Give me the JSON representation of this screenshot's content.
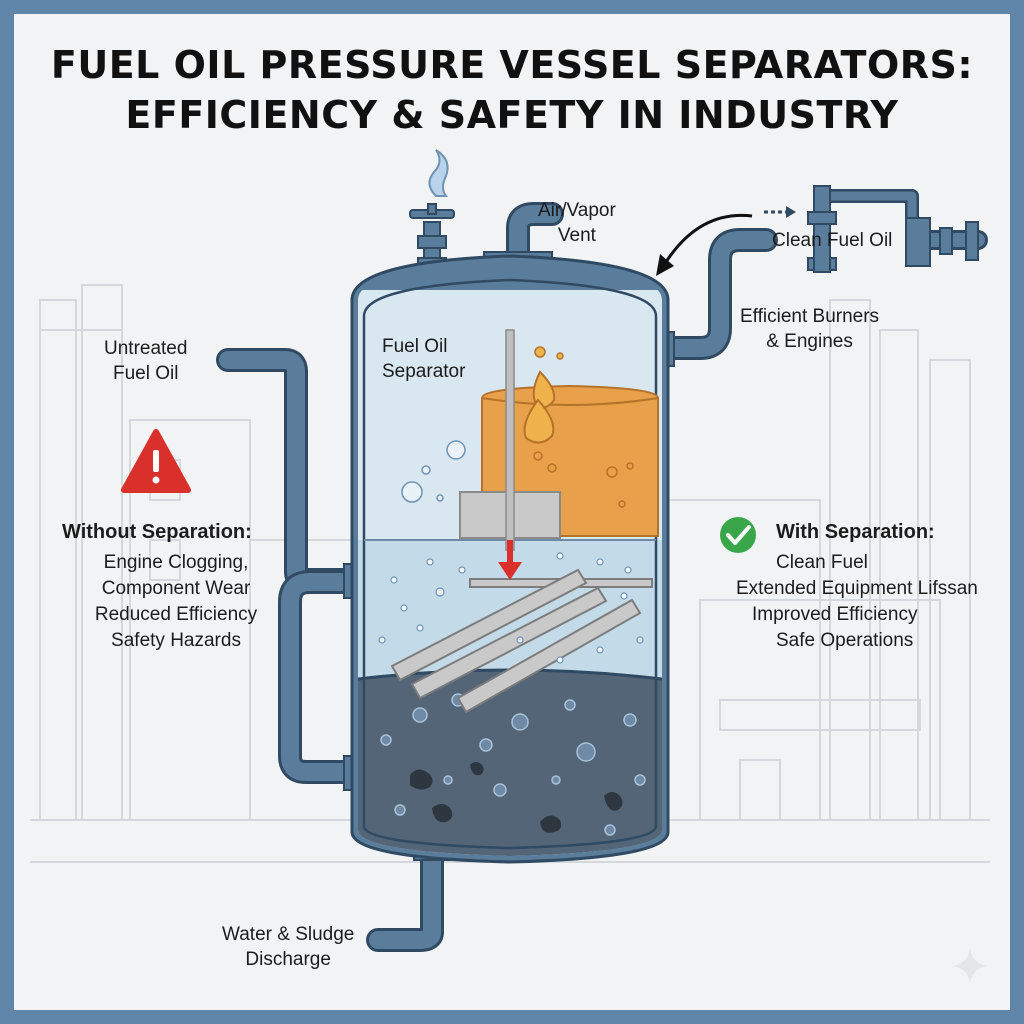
{
  "title": {
    "line1": "FUEL OIL PRESSURE VESSEL SEPARATORS:",
    "line2": "EFFICIENCY & SAFETY IN INDUSTRY"
  },
  "labels": {
    "air_vapor_vent": [
      "Air/Vapor",
      "Vent"
    ],
    "clean_fuel_oil": "Clean Fuel Oil",
    "efficient_burners": [
      "Efficient Burners",
      "& Engines"
    ],
    "untreated_fuel_oil": [
      "Untreated",
      "Fuel Oil"
    ],
    "fuel_oil_separator": [
      "Fuel Oil",
      "Separator"
    ],
    "water_sludge_discharge": [
      "Water & Sludge",
      "Discharge"
    ]
  },
  "without_separation": {
    "heading": "Without Separation:",
    "items": [
      "Engine Clogging,",
      "Component Wear",
      "Reduced Efficiency",
      "Safety Hazards"
    ]
  },
  "with_separation": {
    "heading": "With Separation:",
    "items": [
      "Clean Fuel",
      "Extended Equipment Lifssan",
      "Improved Efficiency",
      "Safe Operations"
    ]
  },
  "colors": {
    "frame": "#5f86a8",
    "pipe": "#5b7d9c",
    "fuel_oil": "#e9a04a",
    "water": "#c8dde9",
    "sludge": "#536577",
    "warning": "#d9302c",
    "check": "#3aa64a",
    "flow_arrow": "#d9302c"
  },
  "icons": [
    "warning-icon",
    "check-icon",
    "vapor-icon",
    "valve-icon",
    "oil-drop-icon",
    "sparkle-icon"
  ]
}
